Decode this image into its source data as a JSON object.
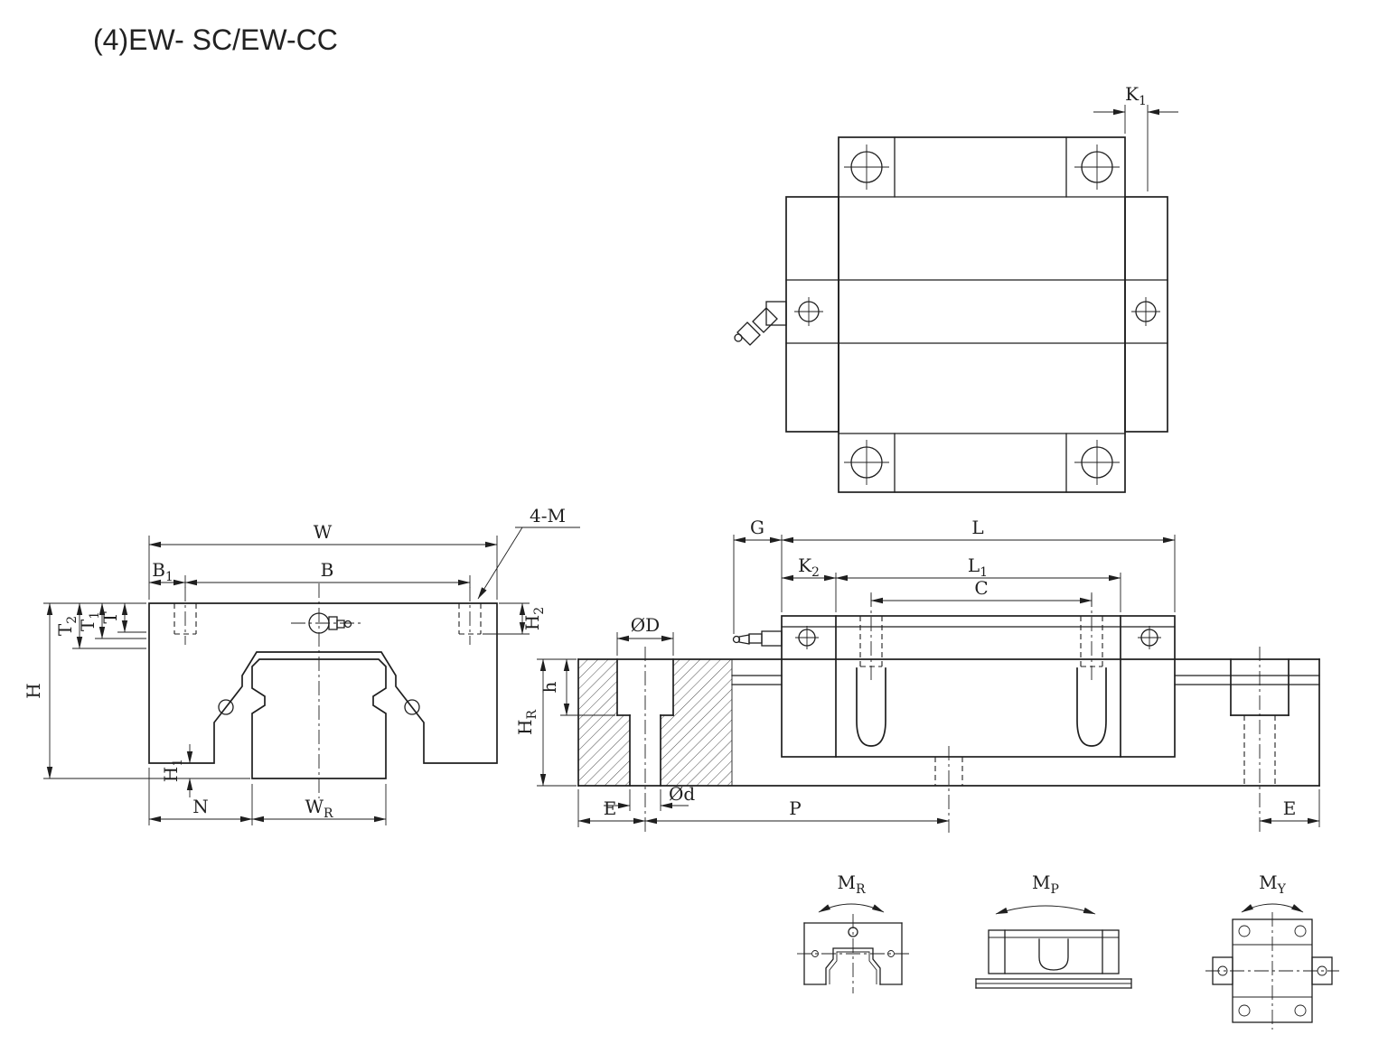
{
  "title": "(4)EW- SC/EW-CC",
  "colors": {
    "ink": "#1f1f1f",
    "background": "#ffffff"
  },
  "dimension_labels": {
    "top_view": {
      "k1": {
        "main": "K",
        "sub": "1"
      }
    },
    "front_view": {
      "w": "W",
      "b": "B",
      "b1": {
        "main": "B",
        "sub": "1"
      },
      "four_m": "4-M",
      "h2": {
        "main": "H",
        "sub": "2"
      },
      "t2": {
        "main": "T",
        "sub": "2"
      },
      "t1": {
        "main": "T",
        "sub": "1"
      },
      "t": "T",
      "h": "H",
      "h1": {
        "main": "H",
        "sub": "1"
      },
      "n": "N",
      "wr": {
        "main": "W",
        "sub": "R"
      }
    },
    "side_view": {
      "g": "G",
      "l": "L",
      "k2": {
        "main": "K",
        "sub": "2"
      },
      "l1": {
        "main": "L",
        "sub": "1"
      },
      "c": "C",
      "dia_D": "ØD",
      "h": "h",
      "hr": {
        "main": "H",
        "sub": "R"
      },
      "dia_d": "Ød",
      "e_left": "E",
      "p": "P",
      "e_right": "E"
    },
    "moments": {
      "mr": {
        "main": "M",
        "sub": "R"
      },
      "mp": {
        "main": "M",
        "sub": "P"
      },
      "my": {
        "main": "M",
        "sub": "Y"
      }
    }
  }
}
